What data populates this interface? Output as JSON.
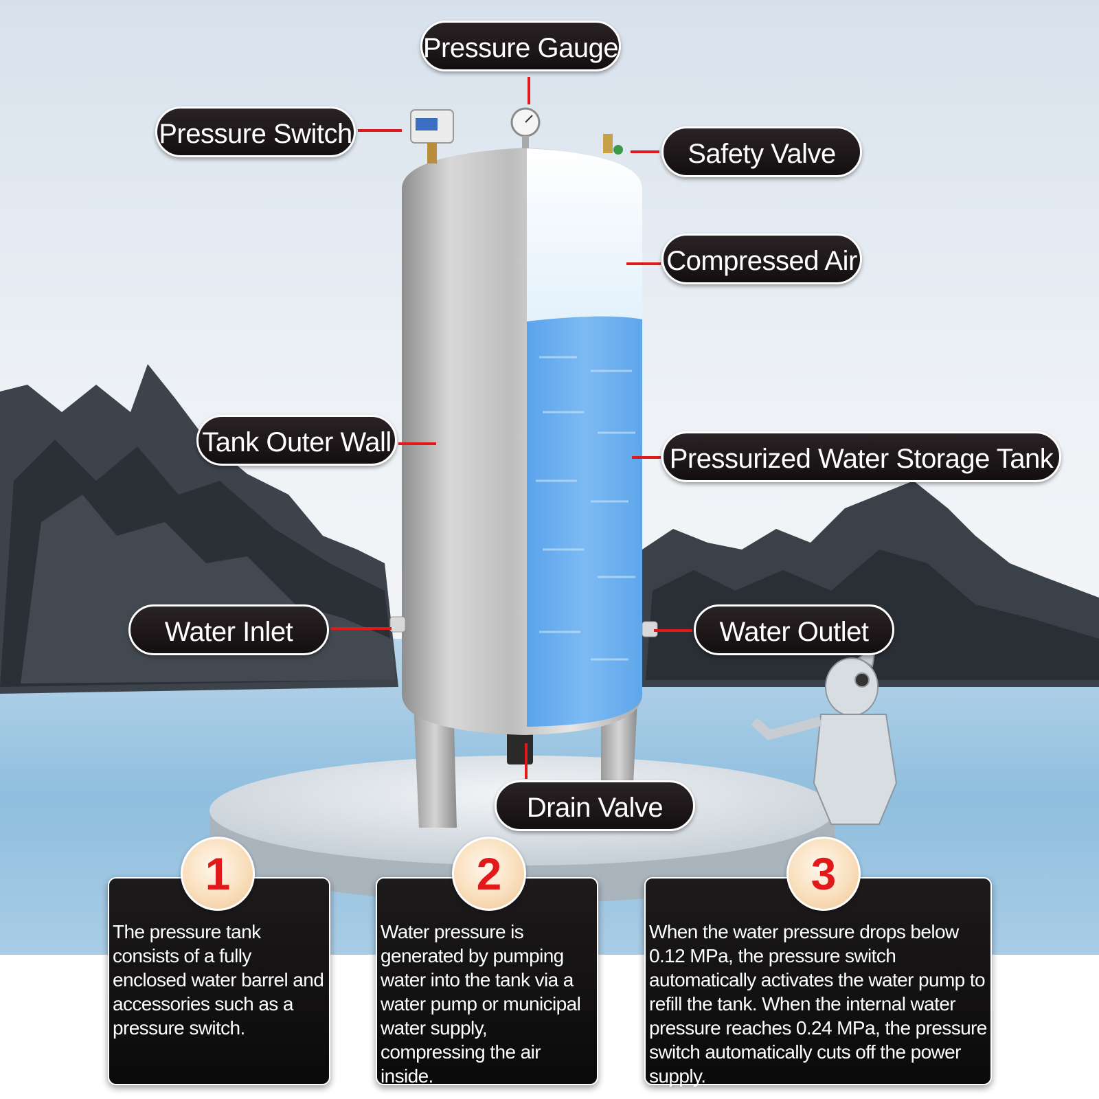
{
  "colors": {
    "sky": "#dfe7f0",
    "water": "#7fb7df",
    "tank_steel": "#c9c9c9",
    "tank_water": "#6aaef0",
    "callout_bg": "#1a1416",
    "leader_line": "#e0191b",
    "badge_number": "#e0191b"
  },
  "diagram": {
    "labels": {
      "pressure_gauge": "Pressure Gauge",
      "pressure_switch": "Pressure Switch",
      "safety_valve": "Safety Valve",
      "compressed_air": "Compressed Air",
      "tank_outer_wall": "Tank Outer Wall",
      "pressurized_water_storage_tank": "Pressurized Water Storage Tank",
      "water_inlet": "Water Inlet",
      "water_outlet": "Water Outlet",
      "drain_valve": "Drain Valve"
    }
  },
  "steps": [
    {
      "number": "1",
      "text": "The pressure tank consists of a fully enclosed water barrel and accessories such as a pressure switch."
    },
    {
      "number": "2",
      "text": "Water pressure is generated by pumping water into the tank via a water pump or municipal water supply, compressing the air inside."
    },
    {
      "number": "3",
      "text": "When the water pressure drops below 0.12 MPa, the pressure switch automatically activates the water pump to refill the tank. When the internal water pressure reaches 0.24 MPa, the pressure switch automatically cuts off the power supply."
    }
  ]
}
